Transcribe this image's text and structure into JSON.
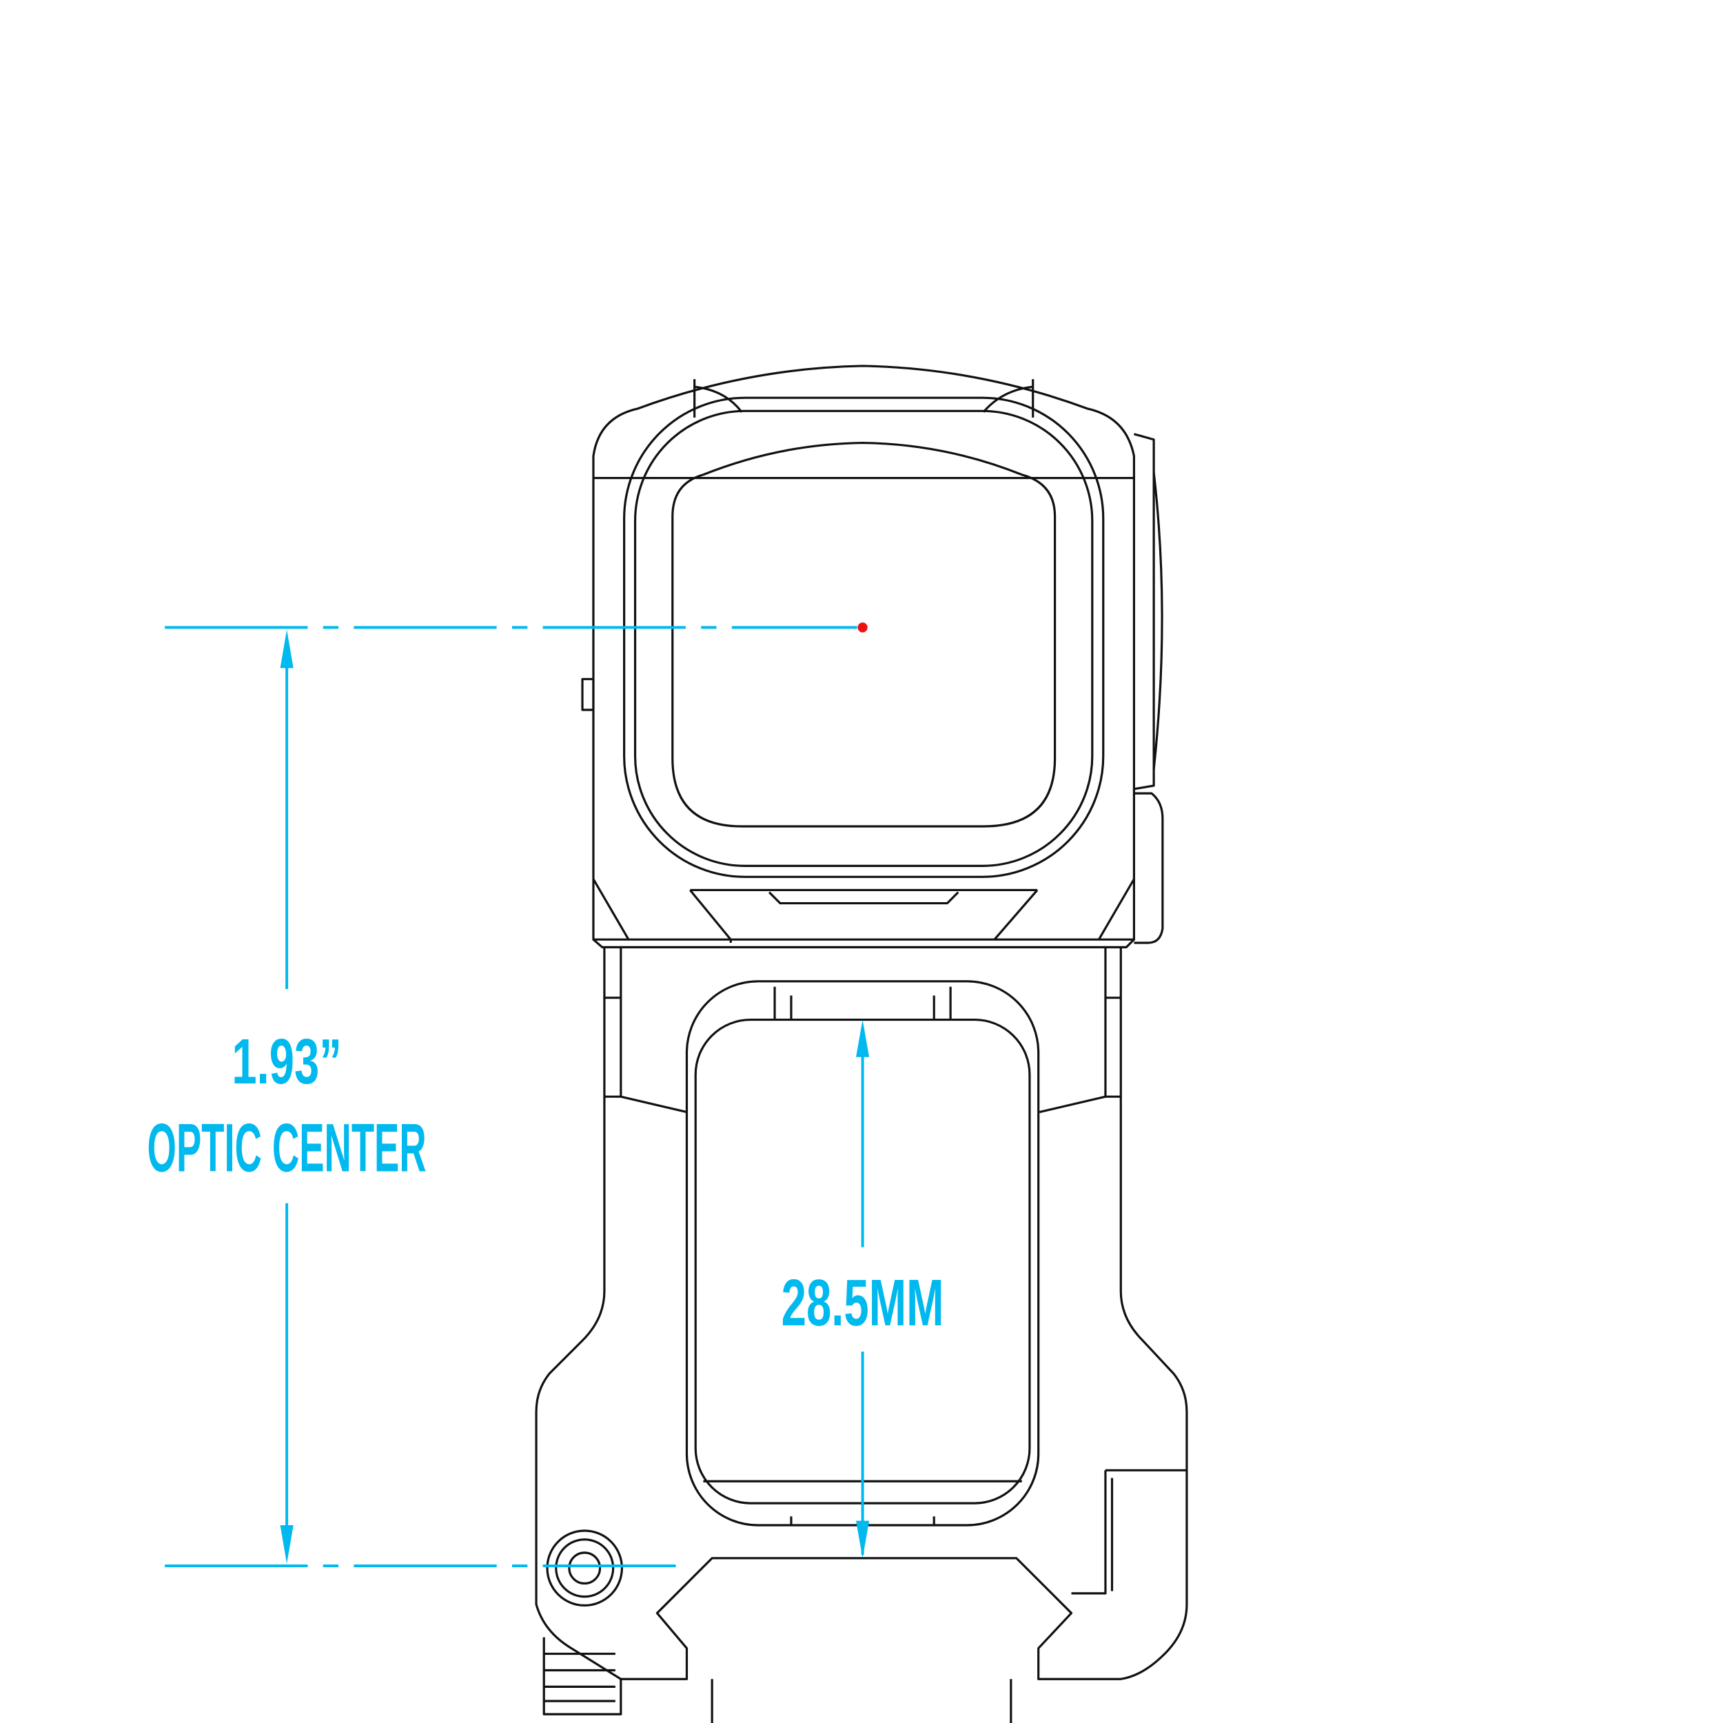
{
  "dimensions": {
    "height_value": "1.93”",
    "height_label": "OPTIC CENTER",
    "bore_value": "28.5MM"
  },
  "colors": {
    "dimension": "#00b9ee",
    "reticle_dot": "#ee1111",
    "outline": "#111111"
  }
}
